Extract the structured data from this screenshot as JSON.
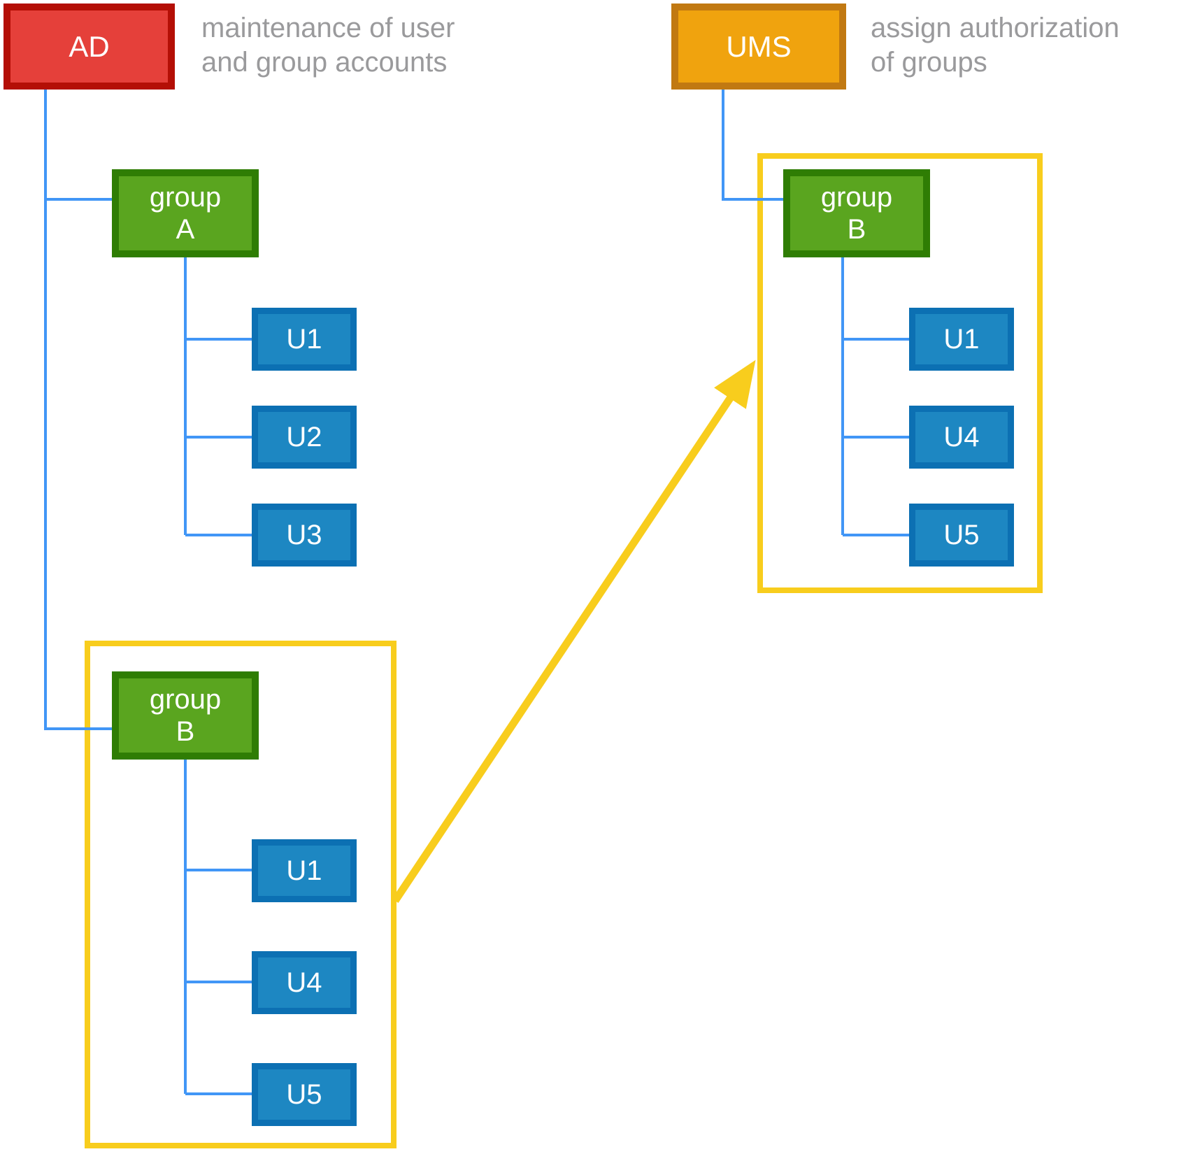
{
  "diagram": {
    "ad": {
      "label": "AD",
      "caption": [
        "maintenance of user",
        "and group accounts"
      ]
    },
    "ums": {
      "label": "UMS",
      "caption": [
        "assign authorization",
        "of groups"
      ]
    },
    "group_a": {
      "name": [
        "group",
        "A"
      ],
      "users": [
        "U1",
        "U2",
        "U3"
      ]
    },
    "group_b_ad": {
      "name": [
        "group",
        "B"
      ],
      "users": [
        "U1",
        "U4",
        "U5"
      ]
    },
    "group_b_ums": {
      "name": [
        "group",
        "B"
      ],
      "users": [
        "U1",
        "U4",
        "U5"
      ]
    },
    "colors": {
      "red_fill": "#E5403A",
      "red_border": "#B40F06",
      "orange_fill": "#F0A30E",
      "orange_border": "#C17912",
      "green_fill": "#5AA51F",
      "green_border": "#2F7D04",
      "blue_fill": "#1D87C2",
      "blue_border": "#0C70B3",
      "connector_blue": "#4196F6",
      "highlight_yellow": "#F8CD1D",
      "caption_gray": "#9A9A9C"
    }
  }
}
